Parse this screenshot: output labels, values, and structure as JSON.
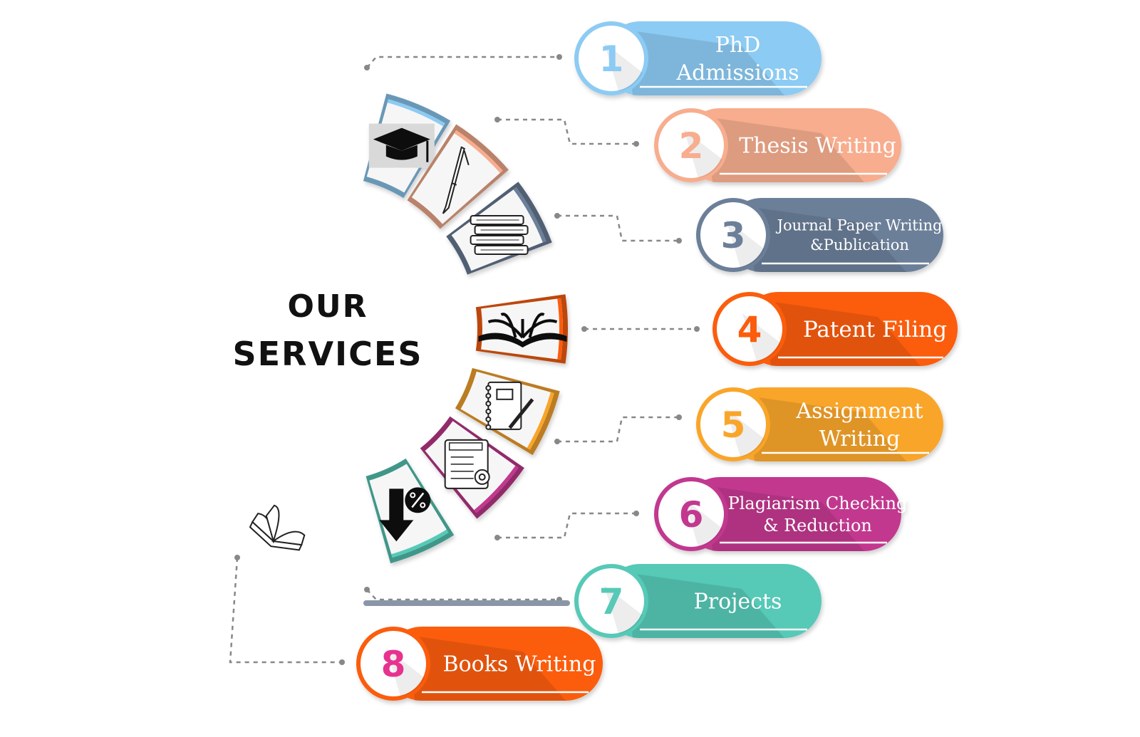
{
  "heading": {
    "line1": "OUR",
    "line2": "SERVICES"
  },
  "services": [
    {
      "number": "1",
      "label_lines": [
        "PhD",
        "Admissions"
      ],
      "color": "#8ccbf3",
      "number_color": "#8ccbf3",
      "icon": "graduation-cap-icon"
    },
    {
      "number": "2",
      "label_lines": [
        "Thesis Writing"
      ],
      "color": "#f7ad8e",
      "number_color": "#f7ad8e",
      "icon": "pen-icon"
    },
    {
      "number": "3",
      "label_lines": [
        "Journal Paper Writing",
        "&Publication"
      ],
      "color": "#6c7f99",
      "number_color": "#6c7f99",
      "icon": "book-stack-icon"
    },
    {
      "number": "4",
      "label_lines": [
        "Patent Filing"
      ],
      "color": "#fb5d0e",
      "number_color": "#fb5d0e",
      "icon": "open-book-icon"
    },
    {
      "number": "5",
      "label_lines": [
        "Assignment",
        "Writing"
      ],
      "color": "#f9a52a",
      "number_color": "#f9a52a",
      "icon": "notebook-pencil-icon"
    },
    {
      "number": "6",
      "label_lines": [
        "Plagiarism Checking",
        "& Reduction"
      ],
      "color": "#c2378f",
      "number_color": "#c2378f",
      "icon": "project-document-icon"
    },
    {
      "number": "7",
      "label_lines": [
        "Projects"
      ],
      "color": "#56c9b7",
      "number_color": "#56c9b7",
      "icon": "discount-arrow-icon"
    },
    {
      "number": "8",
      "label_lines": [
        "Books Writing"
      ],
      "color": "#fb5d0e",
      "number_color": "#e8308f",
      "icon": "flipping-book-icon"
    }
  ],
  "colors": {
    "connector": "#888888",
    "heading": "#111111"
  }
}
